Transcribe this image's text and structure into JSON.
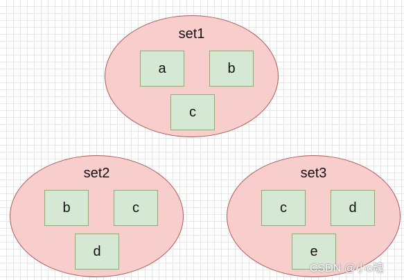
{
  "sets": [
    {
      "title": "set1",
      "nodes": [
        "a",
        "b",
        "c"
      ]
    },
    {
      "title": "set2",
      "nodes": [
        "b",
        "c",
        "d"
      ]
    },
    {
      "title": "set3",
      "nodes": [
        "c",
        "d",
        "e"
      ]
    }
  ],
  "watermark": "CSDN @小o魂",
  "colors": {
    "ellipse_fill": "#f8cecc",
    "ellipse_stroke": "#b85450",
    "node_fill": "#d5e8d4",
    "node_stroke": "#82b366"
  }
}
